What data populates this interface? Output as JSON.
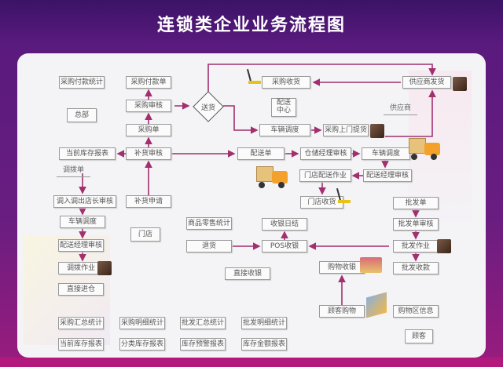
{
  "title": "连锁类企业业务流程图",
  "sections": {
    "hq": "总部",
    "dc": "配送\n中心",
    "supplier": "供应商",
    "store": "门店",
    "customer": "顾客"
  },
  "nodes": {
    "purchase_pay_stats": "采购付款统计",
    "purchase_pay_order": "采购付款单",
    "purchase_review": "采购审核",
    "delivery": "送货",
    "purchase_receive": "采购收货",
    "supplier_ship": "供应商发货",
    "purchase_order": "采购单",
    "vehicle_dispatch_1": "车辆调度",
    "purchase_pickup": "采购上门提货",
    "current_stock_report_1": "当前库存报表",
    "replenish_review": "补货审核",
    "dist_order": "配送单",
    "warehouse_mgr_review": "仓储经理审核",
    "vehicle_dispatch_2": "车辆调度",
    "transfer_order": "调拨单",
    "store_dist_work": "门店配送作业",
    "dist_mgr_review_1": "配送经理审核",
    "transfer_mgr_review": "调入调出店长审核",
    "replenish_apply": "补货申请",
    "store_receive": "门店收货",
    "wholesale_order": "批发单",
    "vehicle_dispatch_3": "车辆调度",
    "retail_stats": "商品零售统计",
    "daily_settle": "收银日结",
    "wholesale_review": "批发单审核",
    "dist_mgr_review_2": "配送经理审核",
    "return": "退货",
    "pos": "POS收银",
    "wholesale_work": "批发作业",
    "shop_checkout": "购物收银",
    "wholesale_collect": "批发收款",
    "transfer_work": "调拨作业",
    "direct_checkout": "直接收银",
    "direct_stock_in": "直接进仓",
    "customer_shopping": "顾客购物",
    "shopping_area_info": "购物区信息"
  },
  "reports": [
    "采购汇总统计",
    "采购明细统计",
    "批发汇总统计",
    "批发明细统计",
    "当前库存报表",
    "分类库存报表",
    "库存预警报表",
    "库存金额报表"
  ],
  "colors": {
    "arrow": "#a2306f",
    "border": "#9a9a9a",
    "band": "#b3197c"
  }
}
